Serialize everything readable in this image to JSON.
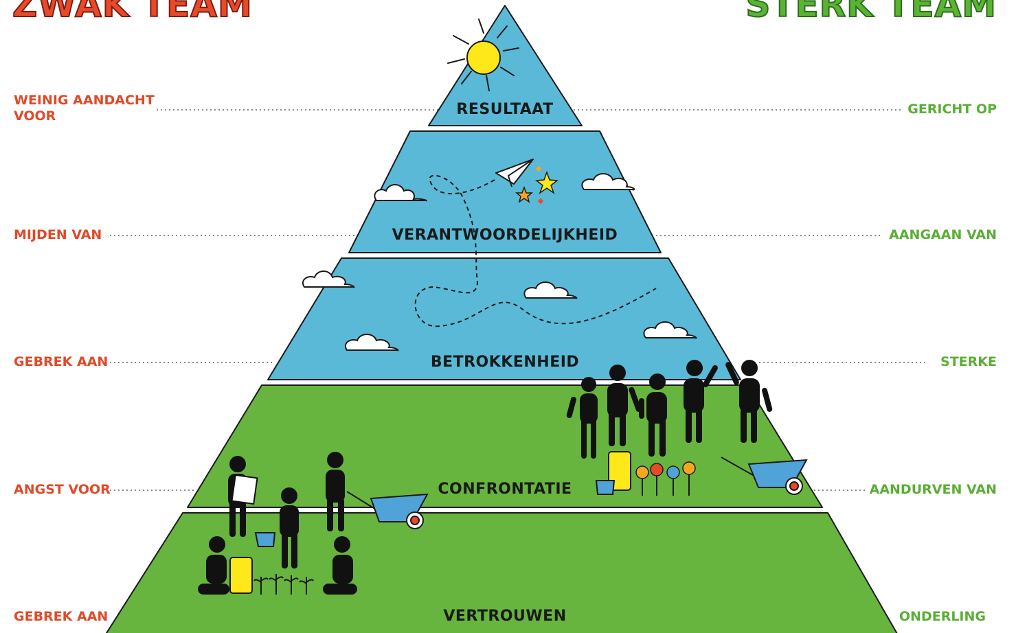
{
  "header": {
    "left": "ZWAK TEAM",
    "right": "STERK TEAM"
  },
  "layers": [
    {
      "title": "RESULTAAT",
      "left": "WEINIG AANDACHT\nVOOR",
      "right": "GERICHT OP"
    },
    {
      "title": "VERANTWOORDELIJKHEID",
      "left": "MIJDEN VAN",
      "right": "AANGAAN VAN"
    },
    {
      "title": "BETROKKENHEID",
      "left": "GEBREK AAN",
      "right": "STERKE"
    },
    {
      "title": "CONFRONTATIE",
      "left": "ANGST VOOR",
      "right": "AANDURVEN VAN"
    },
    {
      "title": "VERTROUWEN",
      "left": "GEBREK AAN",
      "right": "ONDERLING"
    }
  ],
  "colors": {
    "sky": "#5ab9d6",
    "grass": "#67b43f",
    "weak": "#e8492b",
    "strong": "#5bb336",
    "sun": "#ffe81a"
  }
}
